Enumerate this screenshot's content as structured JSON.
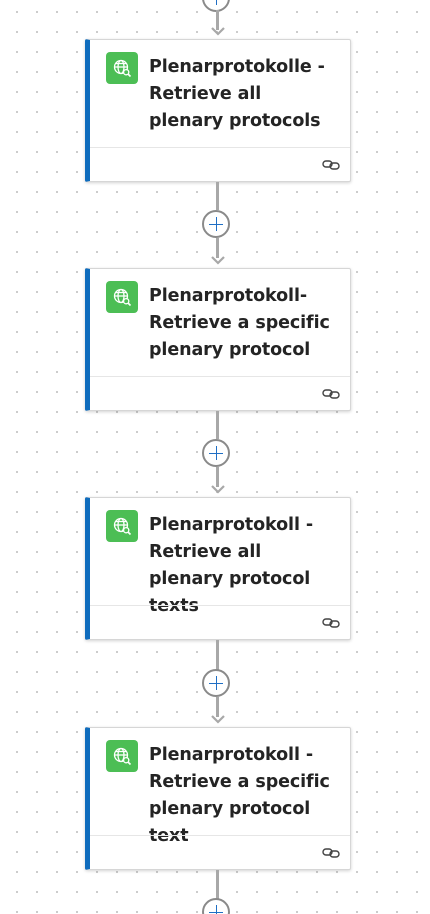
{
  "flow": {
    "steps": [
      {
        "title": "Plenarprotokolle - Retrieve all plenary protocols",
        "icon": "globe-search-icon",
        "footer_icon": "link-icon"
      },
      {
        "title": "Plenarprotokoll- Retrieve a specific plenary protocol",
        "icon": "globe-search-icon",
        "footer_icon": "link-icon"
      },
      {
        "title": "Plenarprotokoll - Retrieve all plenary protocol texts",
        "icon": "globe-search-icon",
        "footer_icon": "link-icon"
      },
      {
        "title": "Plenarprotokoll - Retrieve a specific plenary protocol text",
        "icon": "globe-search-icon",
        "footer_icon": "link-icon"
      }
    ],
    "add_step_icon": "plus-icon"
  },
  "colors": {
    "accent": "#0f6cbd",
    "icon_bg": "#4cbe55",
    "connector": "#a8a8a8",
    "plus": "#1f6fc5"
  }
}
